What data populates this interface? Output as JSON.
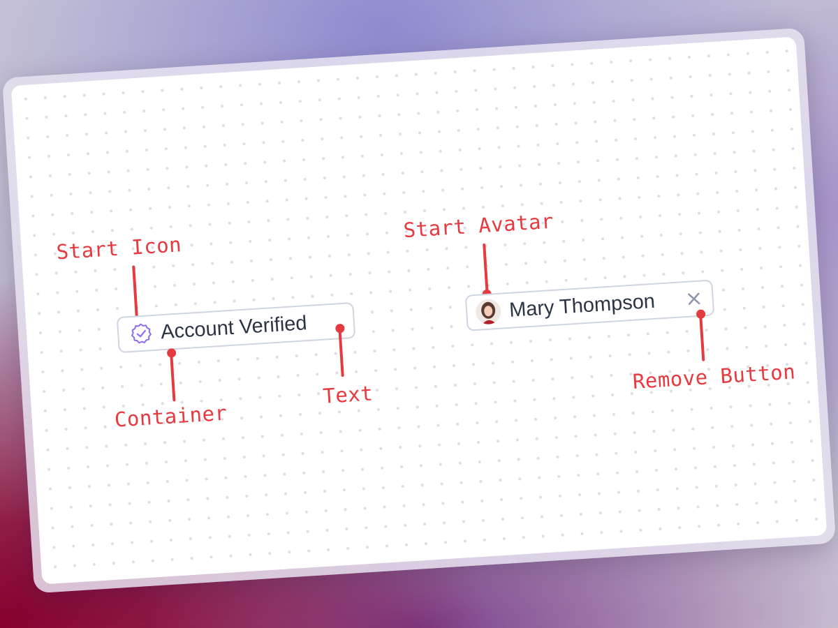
{
  "annotations": {
    "start_icon": "Start Icon",
    "container": "Container",
    "text": "Text",
    "start_avatar": "Start Avatar",
    "remove_button": "Remove Button"
  },
  "chips": {
    "verified": {
      "label": "Account Verified",
      "icon": "badge-check-icon"
    },
    "user": {
      "label": "Mary Thompson",
      "avatar": "avatar",
      "remove_icon": "close-icon"
    }
  },
  "colors": {
    "annotation": "#e53a3f",
    "icon_accent": "#8b6cf0",
    "chip_border": "#cfd5e0",
    "chip_text": "#2b3445",
    "remove_icon": "#8e97a8"
  }
}
